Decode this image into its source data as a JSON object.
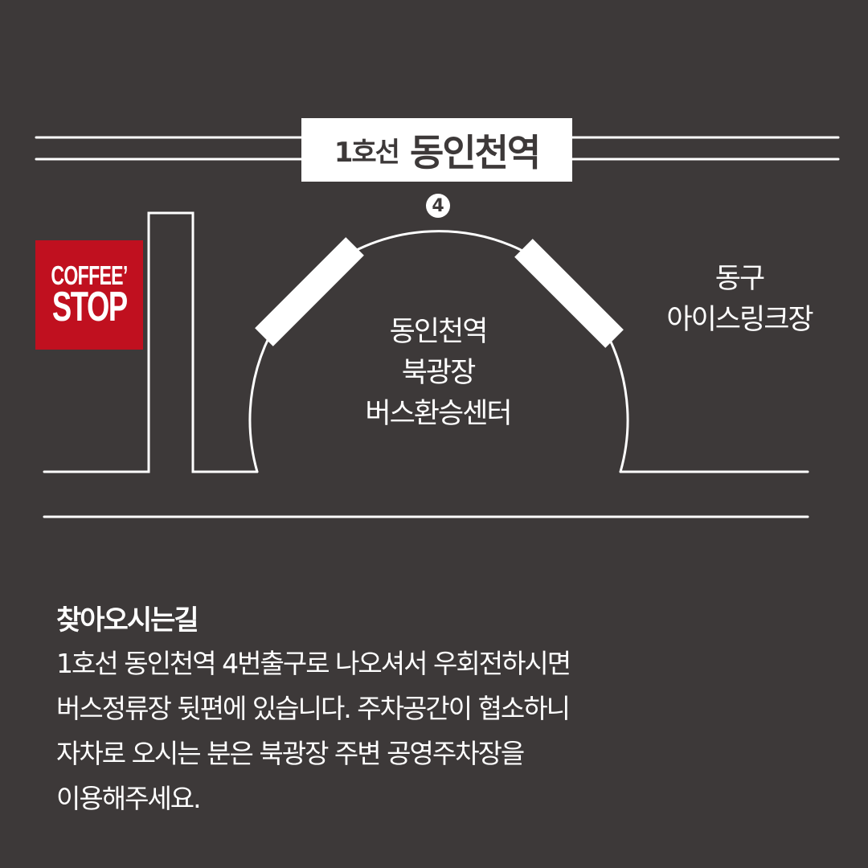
{
  "station": {
    "line": "1호선",
    "name": "동인천역",
    "exit_number": "4"
  },
  "landmarks": {
    "coffee_shop": {
      "line1": "COFFEE’",
      "line2": "STOP"
    },
    "bus_center": [
      "동인천역",
      "북광장",
      "버스환승센터"
    ],
    "ice_rink": [
      "동구",
      "아이스링크장"
    ]
  },
  "directions": {
    "title": "찾아오시는길",
    "lines": [
      "1호선 동인천역 4번출구로 나오셔서 우회전하시면",
      "버스정류장 뒷편에 있습니다. 주차공간이 협소하니",
      "자차로 오시는 분은 북광장 주변 공영주차장을",
      "이용해주세요."
    ]
  },
  "colors": {
    "background": "#3d3939",
    "brand_red": "#c0101f",
    "line": "#ffffff"
  }
}
